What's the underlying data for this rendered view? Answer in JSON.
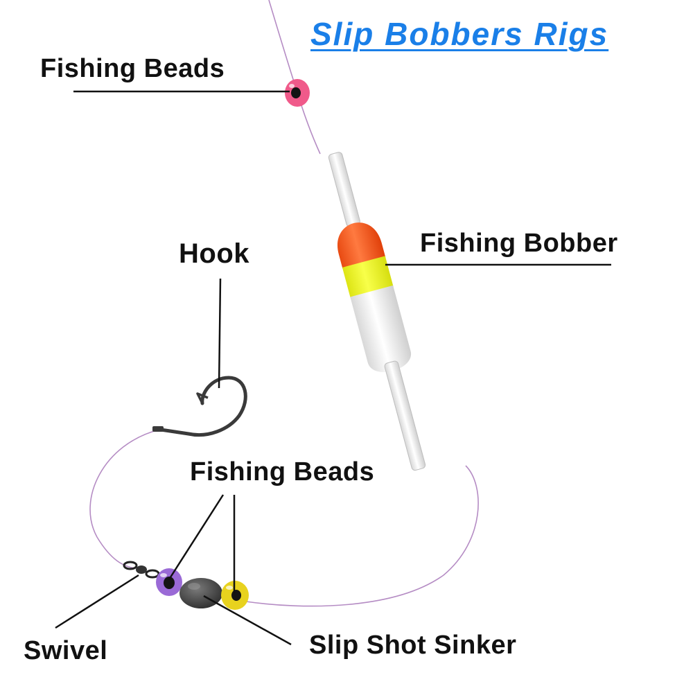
{
  "title": "Slip Bobbers Rigs",
  "labels": {
    "beads_top": "Fishing Beads",
    "bobber": "Fishing Bobber",
    "hook": "Hook",
    "beads_bottom": "Fishing Beads",
    "swivel": "Swivel",
    "sinker": "Slip Shot Sinker"
  },
  "colors": {
    "title": "#1a7fe8",
    "line": "#b58cc4",
    "leader": "#111111",
    "bead_top": "#f05a8a",
    "bead_purple": "#9a6ad6",
    "bead_yellow": "#e8d21e",
    "bobber_orange": "#ff5a1e",
    "bobber_yellow": "#f2f51a",
    "bobber_white": "#f2f2f2",
    "sinker": "#4a4a4a",
    "hook": "#3a3a3a"
  },
  "icons": {
    "bead": "bead-icon",
    "bobber": "bobber-icon",
    "hook": "hook-icon",
    "swivel": "swivel-icon",
    "sinker": "sinker-icon"
  }
}
